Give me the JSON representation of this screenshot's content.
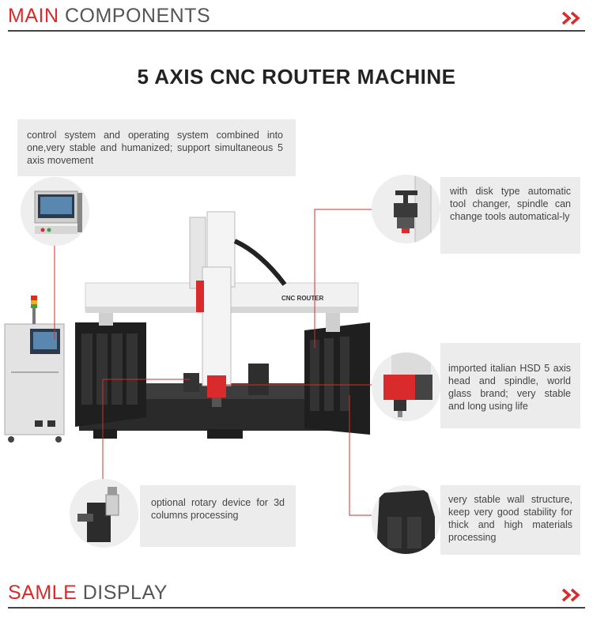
{
  "header_main": {
    "accent": "MAIN",
    "rest": " COMPONENTS"
  },
  "main_title": "5 AXIS CNC ROUTER MACHINE",
  "machine_label": "CNC ROUTER",
  "callouts": {
    "control": "control system and operating system combined into one,very stable and humanized; support simultaneous 5 axis movement",
    "tool": "with disk type automatic tool changer, spindle can change tools automatical-ly",
    "hsd": "imported italian HSD 5 axis head and spindle, world glass brand; very stable and long using life",
    "rotary": "optional rotary device for 3d columns processing",
    "wall": "very stable wall structure, keep very good stability for thick and high materials processing"
  },
  "header_sample": {
    "accent": "SAMLE",
    "rest": " DISPLAY"
  },
  "colors": {
    "accent": "#d92b2b",
    "callout_bg": "#ececec",
    "leader_line": "#d92b2b"
  }
}
